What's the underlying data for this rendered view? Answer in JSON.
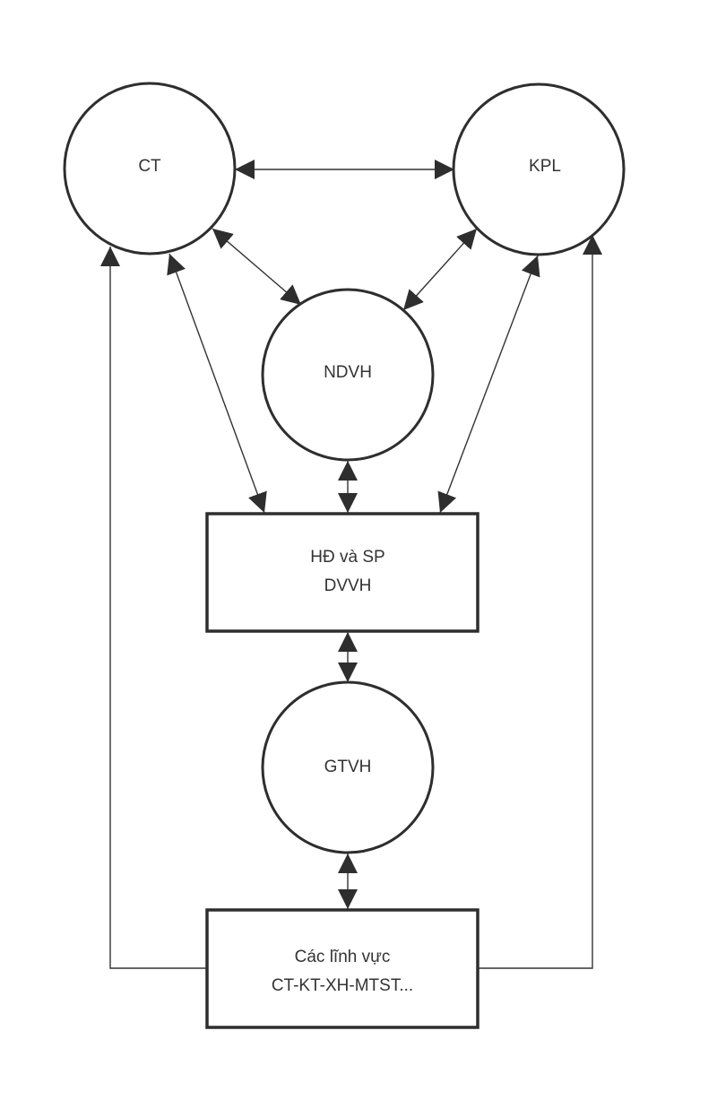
{
  "diagram": {
    "type": "relationship-diagram",
    "nodes": [
      {
        "id": "ct",
        "shape": "circle",
        "label": "CT"
      },
      {
        "id": "kpl",
        "shape": "circle",
        "label": "KPL"
      },
      {
        "id": "ndvh",
        "shape": "circle",
        "label": "NDVH"
      },
      {
        "id": "hd",
        "shape": "box",
        "lines": [
          "HĐ và SP",
          "DVVH"
        ]
      },
      {
        "id": "gtvh",
        "shape": "circle",
        "label": "GTVH"
      },
      {
        "id": "fields",
        "shape": "box",
        "lines": [
          "Các lĩnh vực",
          "CT-KT-XH-MTST..."
        ]
      }
    ],
    "edges": [
      {
        "from": "ct",
        "to": "kpl",
        "direction": "both"
      },
      {
        "from": "ct",
        "to": "ndvh",
        "direction": "both"
      },
      {
        "from": "kpl",
        "to": "ndvh",
        "direction": "both"
      },
      {
        "from": "ct",
        "to": "hd",
        "direction": "both"
      },
      {
        "from": "kpl",
        "to": "hd",
        "direction": "both"
      },
      {
        "from": "ndvh",
        "to": "hd",
        "direction": "both"
      },
      {
        "from": "hd",
        "to": "gtvh",
        "direction": "both"
      },
      {
        "from": "gtvh",
        "to": "fields",
        "direction": "both"
      },
      {
        "from": "fields",
        "to": "ct",
        "direction": "forward",
        "route": "left-elbow"
      },
      {
        "from": "fields",
        "to": "kpl",
        "direction": "forward",
        "route": "right-elbow"
      }
    ]
  }
}
